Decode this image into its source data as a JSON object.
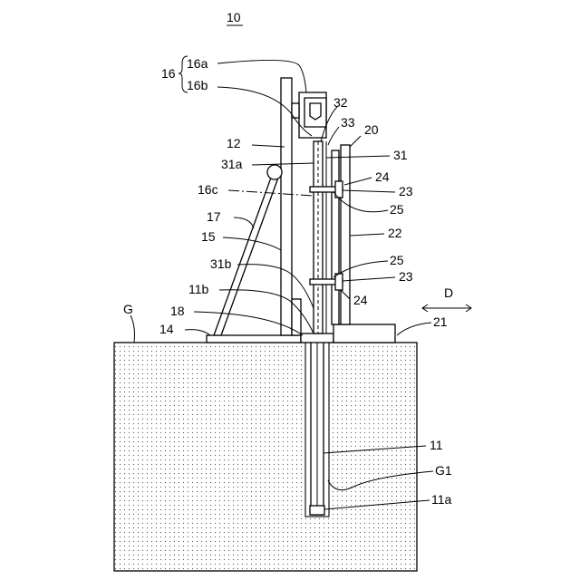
{
  "figure_number": "10",
  "labels": {
    "l16": "16",
    "l16a": "16a",
    "l16b": "16b",
    "l32": "32",
    "l33": "33",
    "l20": "20",
    "l12": "12",
    "l31": "31",
    "l31a": "31a",
    "l24_top": "24",
    "l16c": "16c",
    "l23_top": "23",
    "l25_top": "25",
    "l17": "17",
    "l22": "22",
    "l15": "15",
    "l25_bot": "25",
    "l31b": "31b",
    "l23_bot": "23",
    "l11b": "11b",
    "l24_bot": "24",
    "lD": "D",
    "l18": "18",
    "lG": "G",
    "l14": "14",
    "l21": "21",
    "l11": "11",
    "lG1": "G1",
    "l11a": "11a"
  }
}
